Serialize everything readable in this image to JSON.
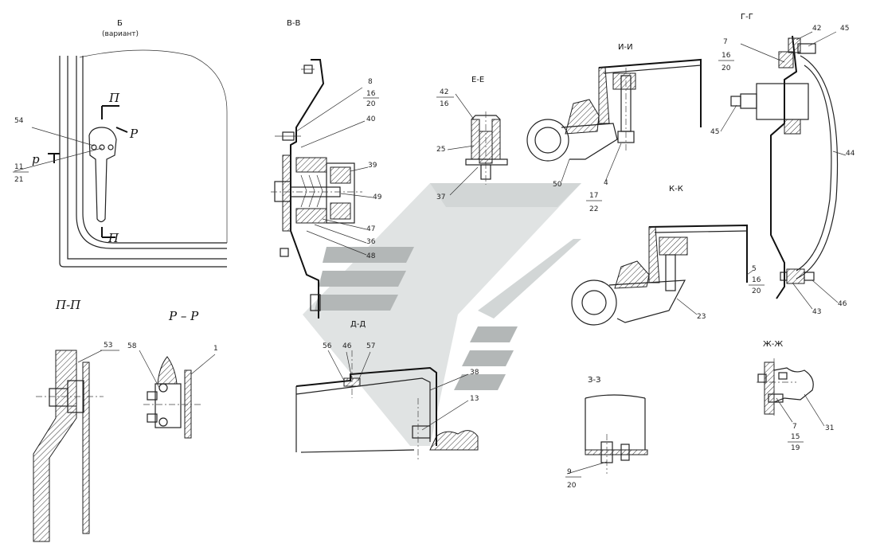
{
  "views": {
    "b": {
      "title": "Б",
      "subtitle": "(вариант)",
      "callouts": [
        "54",
        "11",
        "21"
      ],
      "cut_p": "П",
      "cut_p2": "П",
      "cut_r": "Р",
      "cut_r2": "р"
    },
    "pp": {
      "title": "П-П",
      "callouts": [
        "53"
      ]
    },
    "rr": {
      "title": "Р – Р",
      "callouts": [
        "58",
        "1"
      ]
    },
    "vv": {
      "title": "В-В",
      "callouts": [
        "8",
        "16",
        "20",
        "40",
        "39",
        "49",
        "47",
        "36",
        "48"
      ]
    },
    "ee": {
      "title": "Е-Е",
      "callouts": [
        "42",
        "16",
        "25",
        "37"
      ]
    },
    "ii": {
      "title": "И-И",
      "callouts": [
        "50",
        "4",
        "17",
        "22"
      ]
    },
    "kk": {
      "title": "К-К",
      "callouts": [
        "23",
        "5",
        "16",
        "20"
      ]
    },
    "gg": {
      "title": "Г-Г",
      "callouts": [
        "7",
        "16",
        "20",
        "42",
        "45",
        "45",
        "44",
        "43",
        "46"
      ]
    },
    "dd": {
      "title": "Д-Д",
      "callouts": [
        "56",
        "46",
        "57",
        "38",
        "13"
      ]
    },
    "zz": {
      "title": "З-З",
      "callouts": [
        "9",
        "20"
      ]
    },
    "zhzh": {
      "title": "Ж-Ж",
      "callouts": [
        "7",
        "15",
        "19",
        "31"
      ]
    }
  },
  "colors": {
    "ink": "#222222",
    "watermark": "#9aa0a0",
    "watermark_light": "#c8cccc",
    "paper": "#ffffff"
  },
  "watermark": {
    "icon": "chevron-logo-watermark"
  }
}
